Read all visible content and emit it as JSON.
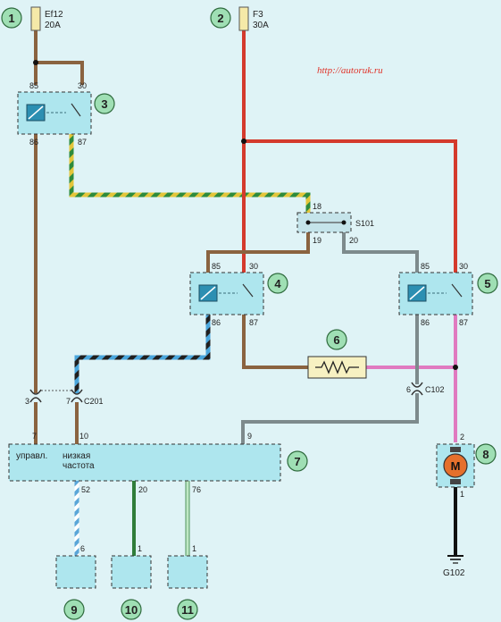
{
  "url": "http://autoruk.ru",
  "colors": {
    "background": "#dff3f6",
    "component": "#aee6ee",
    "callout": "#9fdfb4",
    "wire_brown": "#8a6340",
    "wire_red": "#d43a2c",
    "wire_gray": "#7d8a8c",
    "wire_pink": "#e07ac0",
    "wire_green": "#2f7d3a",
    "wire_green_yellow_a": "#2e8b3c",
    "wire_green_yellow_b": "#e3c53a",
    "wire_blue_black_a": "#1f1f1f",
    "wire_blue_black_b": "#4aa6dc",
    "wire_white_blue_a": "#ffffff",
    "wire_white_blue_b": "#5aa6d8",
    "wire_white_green": "#bfe8c4",
    "ground": "#111111"
  },
  "fuses": {
    "f1": {
      "name": "Ef12",
      "rating": "20A"
    },
    "f2": {
      "name": "F3",
      "rating": "30A"
    }
  },
  "relay3": {
    "pins": [
      "85",
      "30",
      "86",
      "87"
    ]
  },
  "relay4": {
    "pins": [
      "85",
      "30",
      "86",
      "87"
    ]
  },
  "relay5": {
    "pins": [
      "85",
      "30",
      "86",
      "87"
    ]
  },
  "splice": {
    "name": "S101",
    "pins": [
      "18",
      "19",
      "20"
    ]
  },
  "connector_c201": {
    "name": "C201",
    "pins": [
      "3",
      "7"
    ]
  },
  "connector_c102": {
    "name": "C102",
    "pin": "6"
  },
  "ecu": {
    "label_control": "управл.",
    "label_low_1": "низкая",
    "label_low_2": "частота",
    "pins": [
      "7",
      "10",
      "9",
      "52",
      "20",
      "76"
    ]
  },
  "motor": {
    "symbol": "M",
    "pins": [
      "2",
      "1"
    ]
  },
  "ground": {
    "name": "G102"
  },
  "lower_blocks": {
    "pins": [
      "6",
      "1",
      "1"
    ]
  },
  "callouts": [
    "1",
    "2",
    "3",
    "4",
    "5",
    "6",
    "7",
    "8",
    "9",
    "10",
    "11"
  ]
}
